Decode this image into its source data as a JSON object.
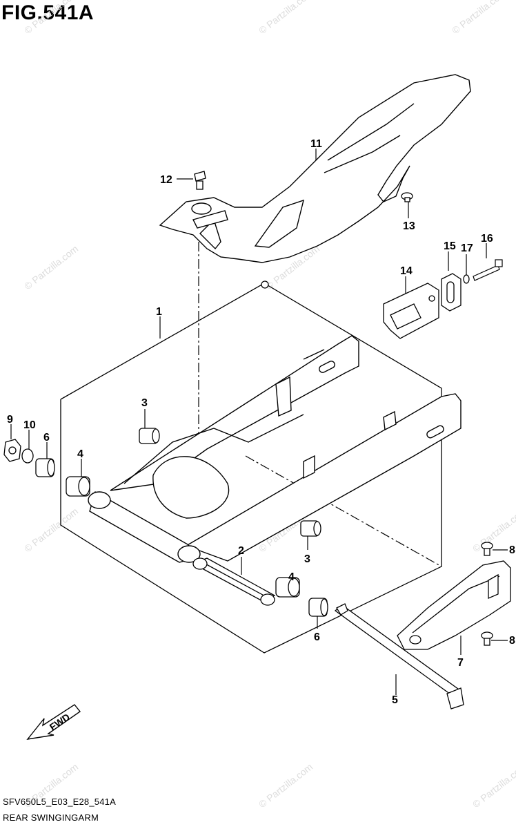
{
  "figure": {
    "title": "FIG.541A"
  },
  "footer": {
    "code": "SFV650L5_E03_E28_541A",
    "name": "REAR SWINGINGARM"
  },
  "fwd_label": "FWD",
  "callouts": [
    "1",
    "2",
    "3",
    "3",
    "4",
    "4",
    "5",
    "6",
    "6",
    "7",
    "8",
    "8",
    "9",
    "10",
    "11",
    "12",
    "13",
    "14",
    "15",
    "16",
    "17"
  ],
  "watermarks": [
    "© Partzilla.com"
  ]
}
